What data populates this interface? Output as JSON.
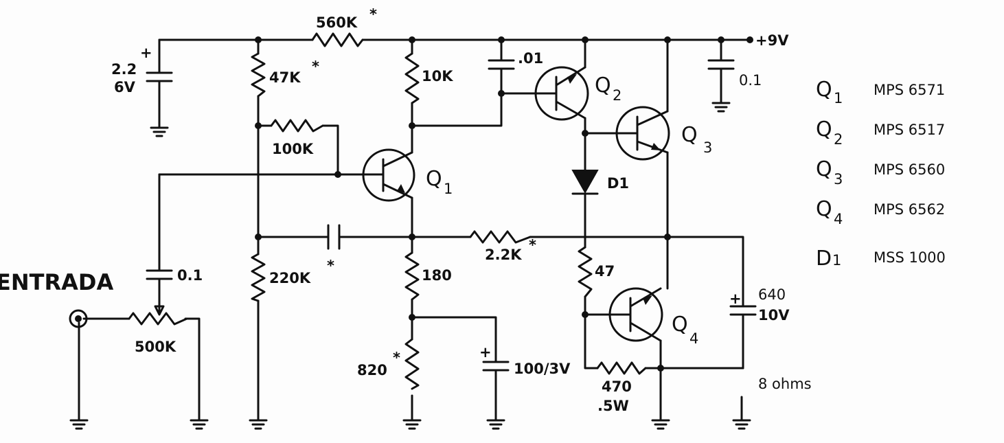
{
  "labels": {
    "supply": "+9V",
    "input": "ENTRADA",
    "load": "8 ohms",
    "c_in_val": "2.2",
    "c_in_volt": "6V",
    "r560": "560K",
    "r47k": "47K",
    "r10k": "10K",
    "c01": ".01",
    "c_dec": "0.1",
    "r100k": "100K",
    "q1": "Q",
    "q1_sub": "1",
    "q2": "Q",
    "q2_sub": "2",
    "q3": "Q",
    "q3_sub": "3",
    "q4": "Q",
    "q4_sub": "4",
    "d1": "D1",
    "c_input": "0.1",
    "r220k": "220K",
    "r22k": "2.2K",
    "r180": "180",
    "r47": "47",
    "r500k": "500K",
    "r820": "820",
    "c100": "100/3V",
    "r470": "470",
    "r470w": ".5W",
    "c640": "640",
    "c640v": "10V",
    "star": "*",
    "plus": "+"
  },
  "parts": [
    {
      "ref": "Q",
      "sub": "1",
      "part": "MPS 6571"
    },
    {
      "ref": "Q",
      "sub": "2",
      "part": "MPS 6517"
    },
    {
      "ref": "Q",
      "sub": "3",
      "part": "MPS 6560"
    },
    {
      "ref": "Q",
      "sub": "4",
      "part": "MPS 6562"
    },
    {
      "ref": "D",
      "sub": "1",
      "part": "MSS 1000"
    }
  ]
}
